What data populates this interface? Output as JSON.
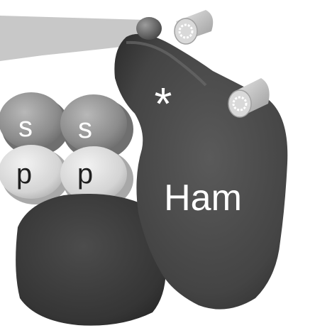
{
  "labels": {
    "s_left": "s",
    "s_right": "s",
    "p_left": "p",
    "p_right": "p",
    "ham": "Ham",
    "asterisk": "*"
  },
  "colors": {
    "background": "#ffffff",
    "arm": "#c9c9c9",
    "s_disc": "#9a9a9a",
    "p_disc": "#dcdcdc",
    "ham_body": "#4f4f4f",
    "lower_body": "#3c3c3c",
    "text_light": "#ffffff",
    "text_dark": "#1f1f1f"
  }
}
